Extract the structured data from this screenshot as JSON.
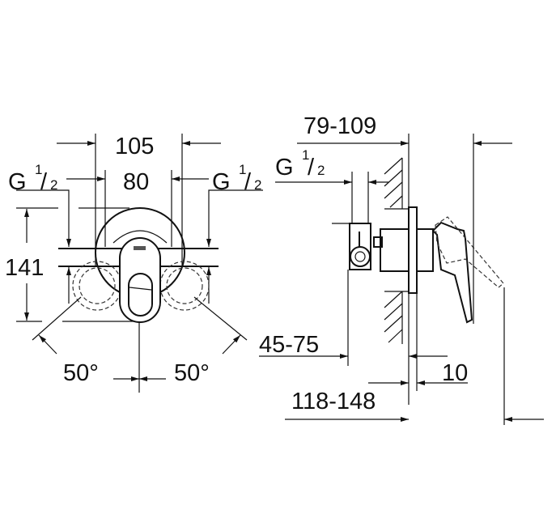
{
  "front_view": {
    "width_outer": "105",
    "width_inner": "80",
    "thread_left": {
      "letter": "G",
      "num": "1",
      "den": "2"
    },
    "thread_right": {
      "letter": "G",
      "num": "1",
      "den": "2"
    },
    "height": "141",
    "angle_left": "50°",
    "angle_right": "50°"
  },
  "side_view": {
    "depth_range": "79-109",
    "thread": {
      "letter": "G",
      "num": "1",
      "den": "2"
    },
    "install_depth": "45-75",
    "plate_thickness": "10",
    "total_depth": "118-148"
  }
}
